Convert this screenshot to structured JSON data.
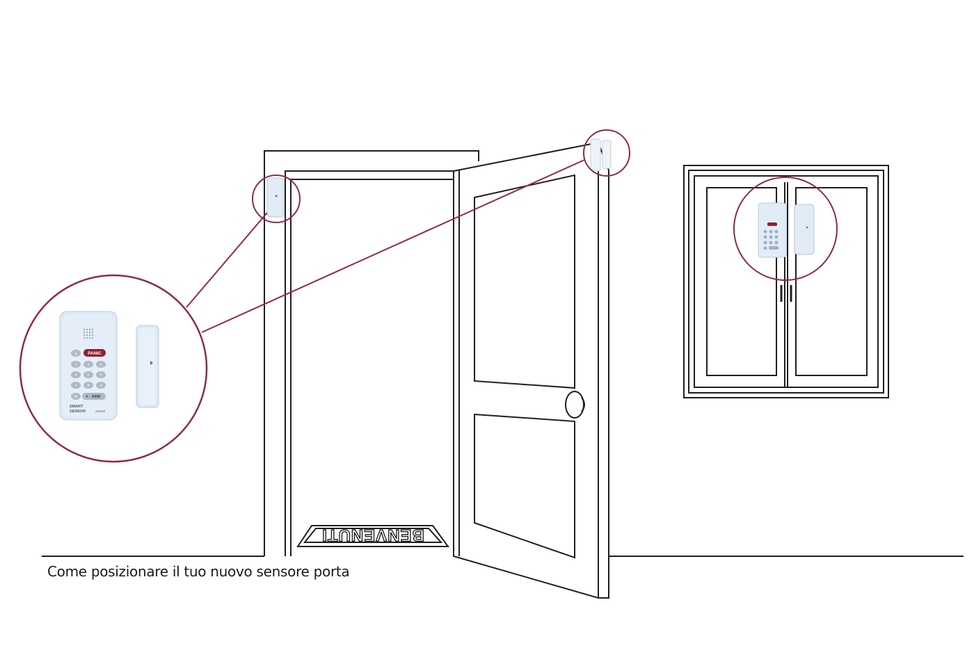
{
  "caption": "Come posizionare il tuo nuovo sensore porta",
  "doormat_text": "BENVENUTI",
  "keypad": {
    "panic_label": "PANIC",
    "keys": [
      "0",
      "1",
      "2",
      "3",
      "4",
      "5",
      "6",
      "7",
      "8",
      "9",
      "M"
    ],
    "arm_label": "ARM",
    "brand_line1": "SMART",
    "brand_line2": "SENSOR",
    "model": "AM100"
  },
  "colors": {
    "callout": "#8b2c45",
    "line": "#1e1e1e",
    "device": "#dde9f5",
    "panic": "#8b2231"
  }
}
